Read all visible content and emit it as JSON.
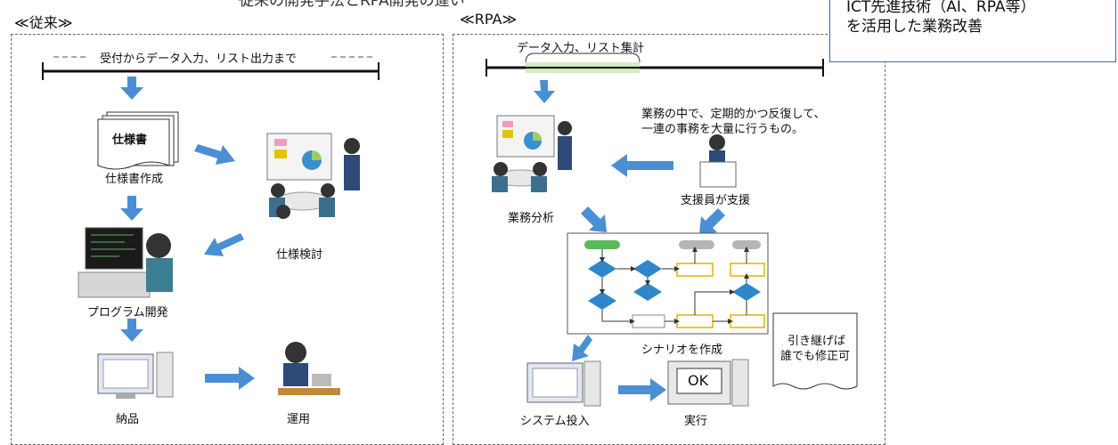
{
  "page_title_partial": "従来の開発手法とRPA開発の違い",
  "left_panel": {
    "header": "≪従来≫",
    "timeline_label": "受付からデータ入力、リスト出力まで",
    "spec_doc_label": "仕様書",
    "step_spec_create": "仕様書作成",
    "step_spec_review": "仕様検討",
    "step_program_dev": "プログラム開発",
    "step_delivery": "納品",
    "step_operation": "運用"
  },
  "right_panel": {
    "header": "≪RPA≫",
    "timeline_label": "データ入力、リスト集計",
    "task_desc_line1": "業務の中で、定期的かつ反復して、",
    "task_desc_line2": "一連の事務を大量に行うもの。",
    "step_support": "支援員が支援",
    "step_analysis": "業務分析",
    "step_scenario": "シナリオを作成",
    "note_line1": "引き継げば",
    "note_line2": "誰でも修正可",
    "step_system_input": "システム投入",
    "step_execute": "実行",
    "ok_label": "OK"
  },
  "callout": {
    "line1": "ICT先進技術（AI、RPA等）",
    "line2": "を活用した業務改善"
  },
  "colors": {
    "arrow": "#4a8fd4",
    "flow_diamond": "#2f86c9",
    "flow_box_border": "#e2b400",
    "start_pill": "#5cb85c",
    "end_pill": "#b5b5b5"
  }
}
